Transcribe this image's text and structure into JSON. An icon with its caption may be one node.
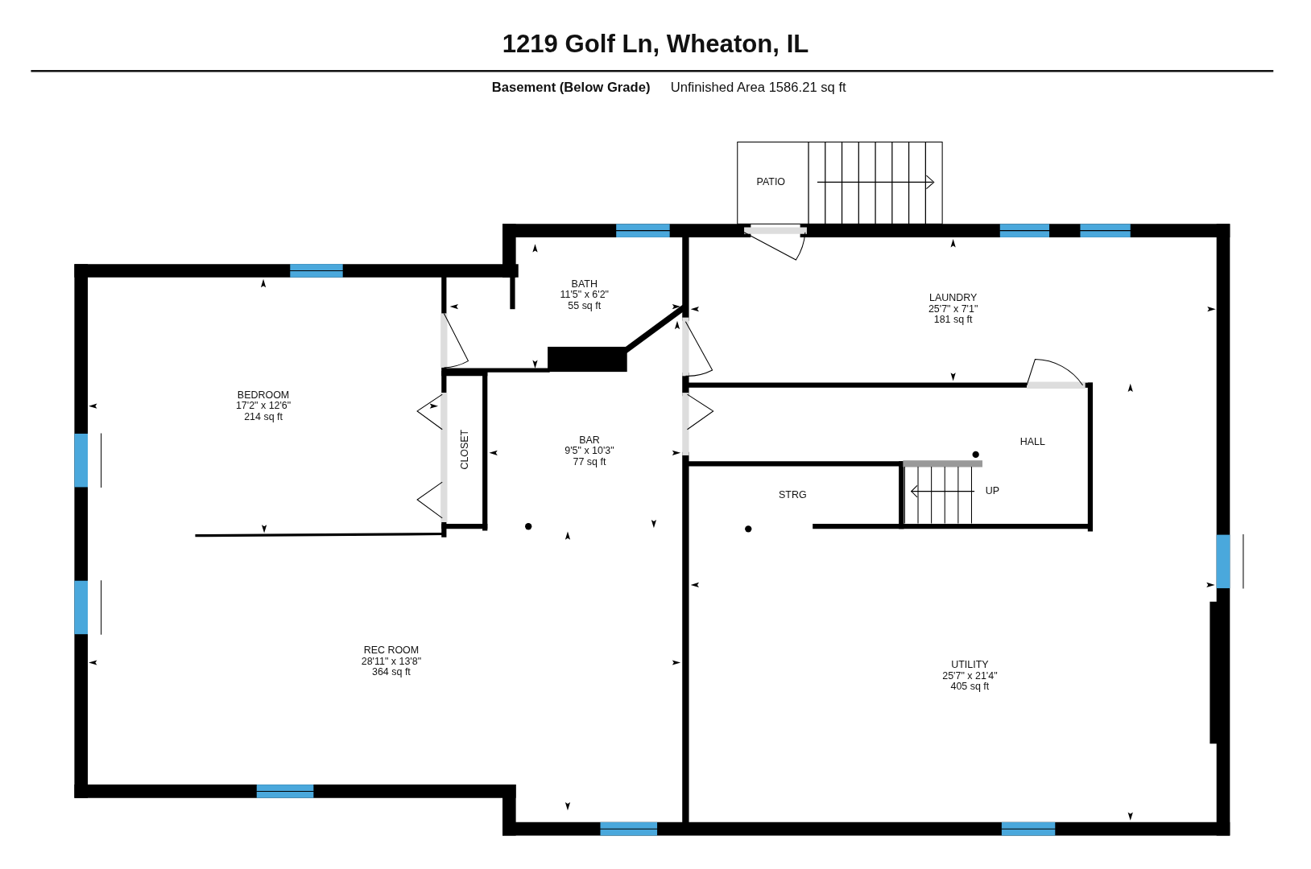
{
  "diagram": {
    "title": "1219 Golf Ln, Wheaton, IL",
    "labels": [
      "Basement (Below Grade)",
      "Unfinished Area 1586.21 sq ft",
      "PATIO",
      "BATH",
      "11'5\" x 6'2\"",
      "55 sq ft",
      "LAUNDRY",
      "25'7\" x 7'1\"",
      "181 sq ft",
      "BEDROOM",
      "17'2\" x 12'6\"",
      "214 sq ft",
      "CLOSET",
      "BAR",
      "9'5\" x 10'3\"",
      "77 sq ft",
      "HALL",
      "STRG",
      "UP",
      "REC ROOM",
      "28'11\" x 13'8\"",
      "364 sq ft",
      "UTILITY",
      "25'7\" x 21'4\"",
      "405 sq ft"
    ]
  }
}
